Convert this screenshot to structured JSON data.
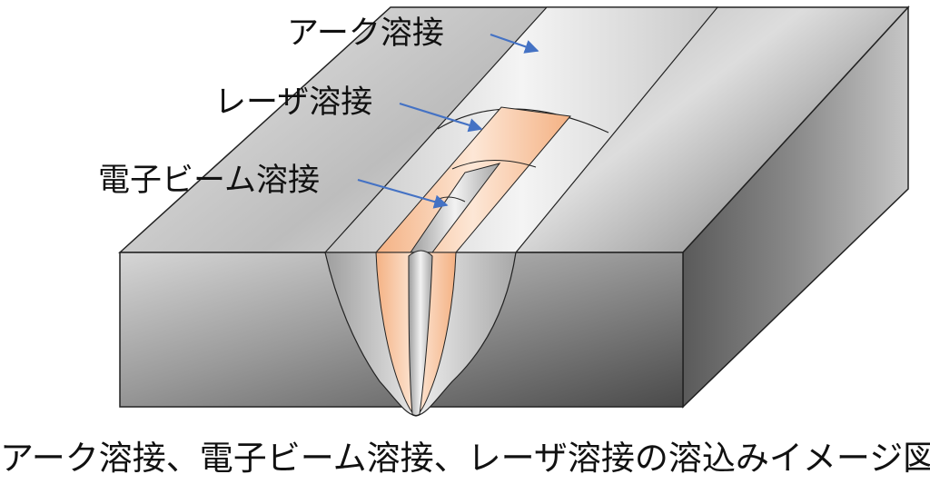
{
  "labels": {
    "arc": "アーク溶接",
    "laser": "レーザ溶接",
    "electron_beam": "電子ビーム溶接"
  },
  "caption": "アーク溶接、電子ビーム溶接、レーザ溶接の溶込みイメージ図",
  "colors": {
    "arrow": "#4472c4",
    "laser_bead": "#f4b183",
    "outline": "#222222"
  }
}
